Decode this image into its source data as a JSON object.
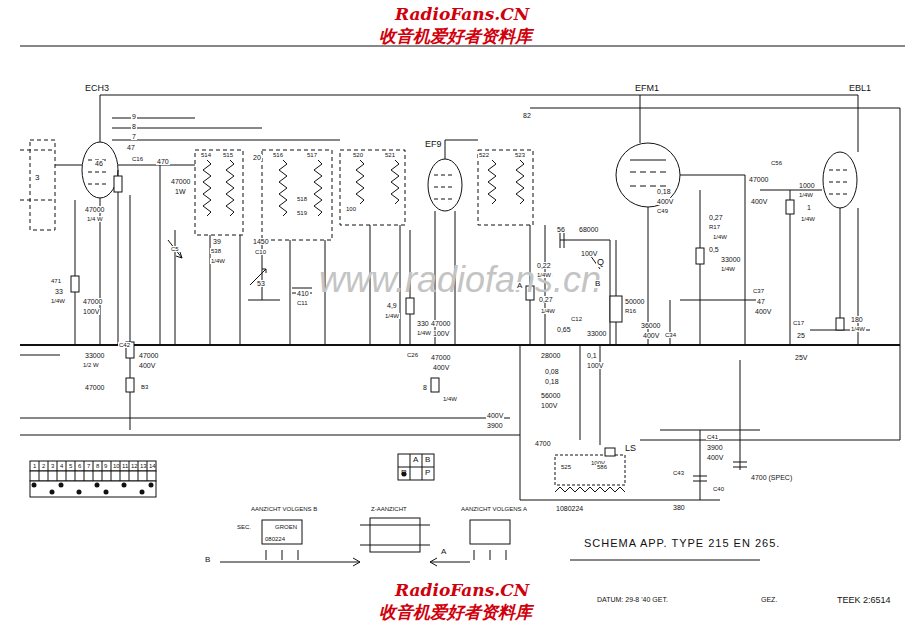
{
  "diagram": {
    "title": "SCHEMA APP. TYPE 215 EN 265.",
    "labels": [
      "RadioFans.CN",
      "收音机爱好者资料库",
      "RadioFans.CN",
      "收音机爱好者资料库",
      "www.radiofans.cn",
      "ECH3",
      "EF9",
      "EFM1",
      "EBL1",
      "9",
      "8",
      "7",
      "47",
      "C16",
      "46",
      "470",
      "47000",
      "1W",
      "47000",
      "1/4 W",
      "C5",
      "39",
      "538",
      "1/4W",
      "514",
      "515",
      "20",
      "516",
      "517",
      "518",
      "519",
      "520",
      "521",
      "100",
      "1450",
      "C10",
      "53",
      "410",
      "C11",
      "4,9",
      "1/4W",
      "330",
      "1/4W",
      "47000",
      "100V",
      "C26",
      "47000",
      "400V",
      "8",
      "1/4W",
      "82",
      "522",
      "523",
      "56",
      "68000",
      "100V",
      "0,22",
      "1/4W",
      "Q",
      "A",
      "B",
      "0,27",
      "1/4W",
      "50000",
      "R16",
      "36000",
      "400V",
      "C34",
      "0,18",
      "400V",
      "C49",
      "0,27",
      "R17",
      "1/4W",
      "0,5",
      "33000",
      "1/4W",
      "47000",
      "400V",
      "C56",
      "1000",
      "1/4W",
      "1",
      "1/4W",
      "C37",
      "47",
      "400V",
      "C17",
      "25",
      "25V",
      "180",
      "1/4W",
      "0,65",
      "C12",
      "33000",
      "28000",
      "0,1",
      "100V",
      "0,08",
      "0,18",
      "56000",
      "100V",
      "400V",
      "3900",
      "4700",
      "LS",
      "100V",
      "C41",
      "3900",
      "400V",
      "4700 (SPEC)",
      "C40",
      "C43",
      "380",
      "525",
      "586",
      "1080224",
      "C42",
      "33000",
      "1/2 W",
      "47000",
      "400V",
      "47000",
      "B3",
      "471",
      "33",
      "1/4W",
      "47000",
      "100V",
      "3",
      "1",
      "2",
      "3",
      "4",
      "5",
      "6",
      "7",
      "8",
      "9",
      "10",
      "11",
      "12",
      "13",
      "14",
      "A",
      "B",
      "R",
      "P",
      "AANZICHT VOLGENS B",
      "Z-AANZICHT",
      "AANZICHT VOLGENS A",
      "080224",
      "SEC.",
      "GROEN",
      "B",
      "A",
      "DATUM: 29-8 '40 GET.",
      "GEZ.",
      "TEEK 2:6514"
    ]
  }
}
